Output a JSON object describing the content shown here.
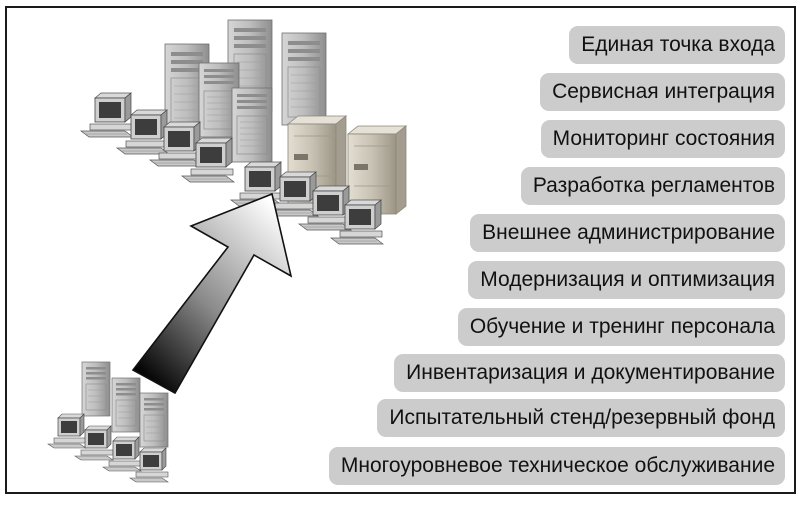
{
  "services": [
    "Единая точка входа",
    "Сервисная интеграция",
    "Мониторинг состояния",
    "Разработка регламентов",
    "Внешнее администрирование",
    "Модернизация и оптимизация",
    "Обучение и тренинг персонала",
    "Инвентаризация и документирование",
    "Испытательный стенд/резервный фонд",
    "Многоуровневое техническое обслуживание"
  ],
  "colors": {
    "pill_background": "#cccccc",
    "frame_border": "#1a1a1a",
    "server_gray": "#b7b7b7",
    "server_beige": "#c8c2b4",
    "arrow_dark": "#000000",
    "arrow_light": "#ffffff"
  },
  "icons": [
    "server-tower-icon",
    "workstation-icon",
    "growth-arrow-icon"
  ]
}
